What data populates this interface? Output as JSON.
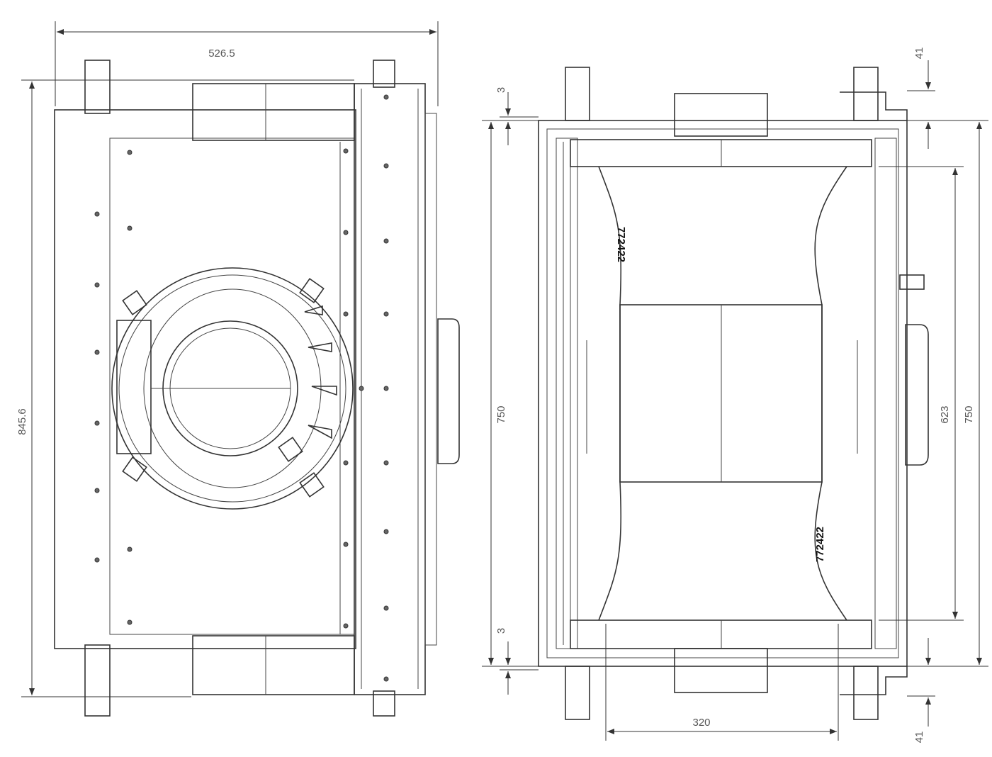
{
  "title": "Unit dimension drawing - front and side views",
  "front_view": {
    "width_dim": "526.5",
    "height_dim": "845.6"
  },
  "section_view": {
    "top_gap_dim": "3",
    "bottom_gap_dim": "3",
    "left_height_dim": "750",
    "bottom_width_dim": "320",
    "top_offset_dim": "41",
    "bottom_offset_dim": "41",
    "inner_height_dim": "623",
    "right_height_dim": "750",
    "part_code_upper": "772422",
    "part_code_lower": "772422"
  },
  "colors": {
    "line": "#333333",
    "dim_text": "#555555"
  }
}
